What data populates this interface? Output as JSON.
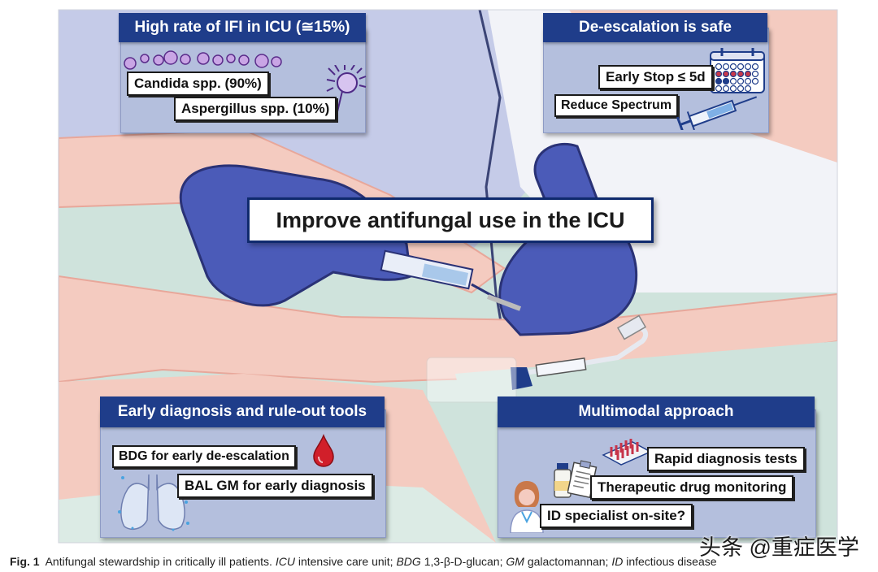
{
  "main_title": "Improve antifungal use in the ICU",
  "panels": {
    "ifi": {
      "header": "High rate of IFI in ICU (≅15%)",
      "items": [
        "Candida spp.  (90%)",
        "Aspergillus spp. (10%)"
      ]
    },
    "deescalation": {
      "header": "De-escalation is safe",
      "items": [
        "Early Stop ≤ 5d",
        "Reduce Spectrum"
      ]
    },
    "diagnosis": {
      "header": "Early diagnosis and rule-out tools",
      "items": [
        "BDG for early de-escalation",
        "BAL GM for early diagnosis"
      ]
    },
    "multimodal": {
      "header": "Multimodal approach",
      "items": [
        "Rapid diagnosis tests",
        "Therapeutic drug monitoring",
        "ID specialist on-site?"
      ]
    }
  },
  "caption": {
    "label": "Fig. 1",
    "text_1": "Antifungal stewardship in critically ill patients.",
    "term_icu": "ICU",
    "def_icu": "intensive care unit;",
    "term_bdg": "BDG",
    "def_bdg": "1,3-β-D-glucan;",
    "term_gm": "GM",
    "def_gm": "galactomannan;",
    "term_id": "ID",
    "def_id": "infectious disease"
  },
  "watermark": "头条 @重症医学",
  "colors": {
    "panel_header": "#1f3d8a",
    "panel_body": "#b4bfdd",
    "glove": "#4b5bb8",
    "skin": "#f4cbc0",
    "gown": "#c7cde9",
    "bed_sheet": "#cfe3dc",
    "blood_drop": "#d11f2a"
  },
  "icons": [
    "candida-chain-icon",
    "aspergillus-icon",
    "calendar-icon",
    "syringe-icon",
    "blood-drop-icon",
    "lungs-icon",
    "test-rack-icon",
    "vial-icon",
    "clipboard-icon",
    "doctor-icon",
    "gloved-hands-icon",
    "catheter-icon"
  ]
}
